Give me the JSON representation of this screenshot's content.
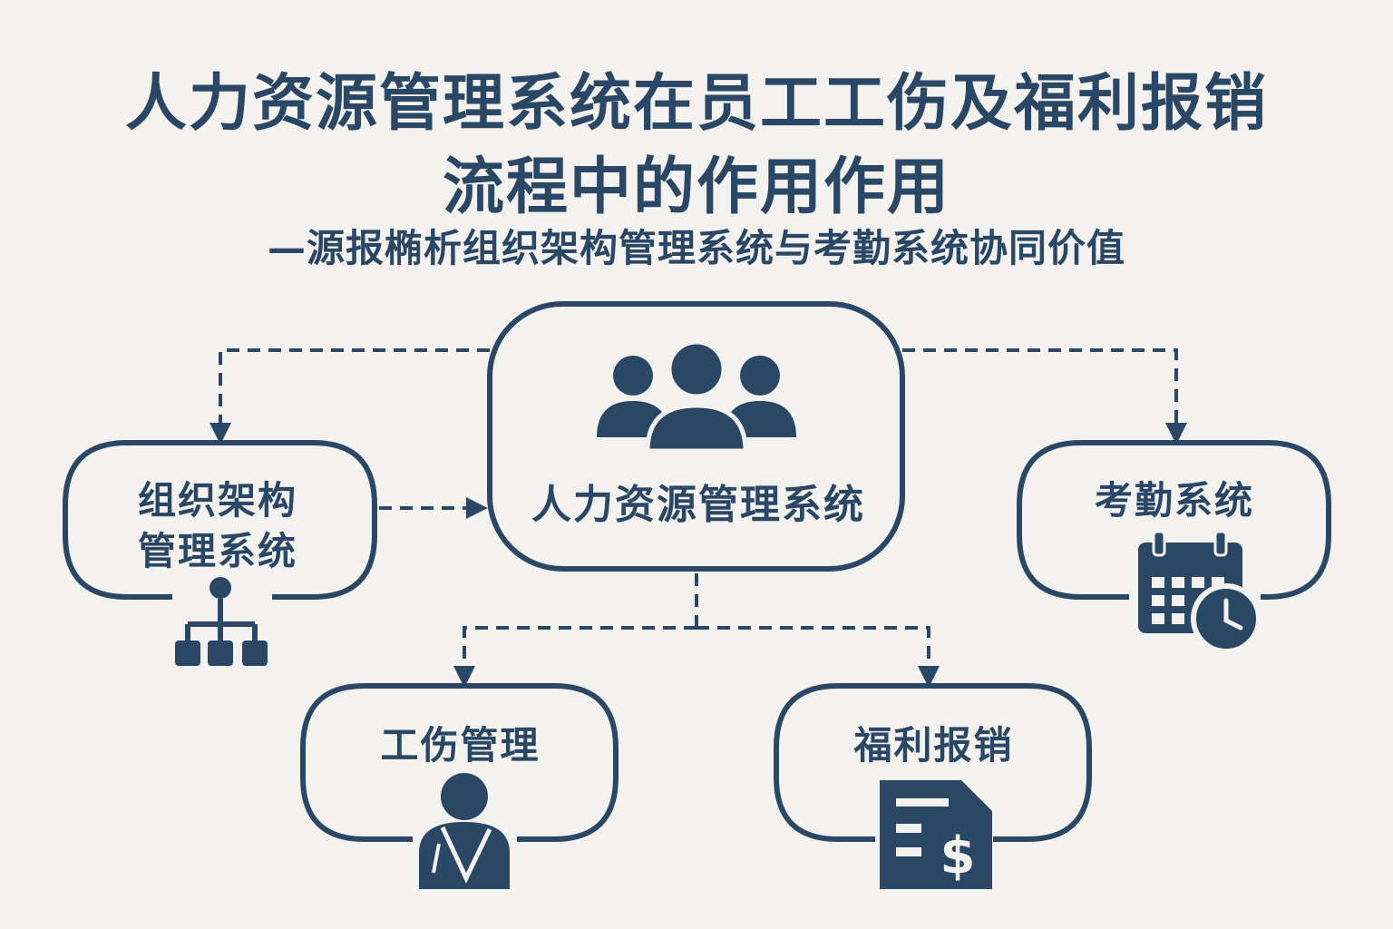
{
  "header": {
    "title_line_1": "人力资源管理系统在员工工伤及福利报销",
    "title_line_2": "流程中的作用作用",
    "subtitle": "—源报椭析组织架构管理系统与考勤系统协同价值"
  },
  "nodes": {
    "hrms": {
      "label": "人力资源管理系统",
      "icon": "people-group-icon"
    },
    "org": {
      "label_line_1": "组织架构",
      "label_line_2": "管理系统",
      "icon": "org-chart-icon"
    },
    "attendance": {
      "label": "考勤系统",
      "icon": "calendar-clock-icon"
    },
    "injury": {
      "label": "工伤管理",
      "icon": "injured-person-icon"
    },
    "welfare": {
      "label": "福利报销",
      "icon": "expense-document-icon"
    }
  },
  "colors": {
    "primary": "#2b4766",
    "background": "#f3f2ef"
  }
}
